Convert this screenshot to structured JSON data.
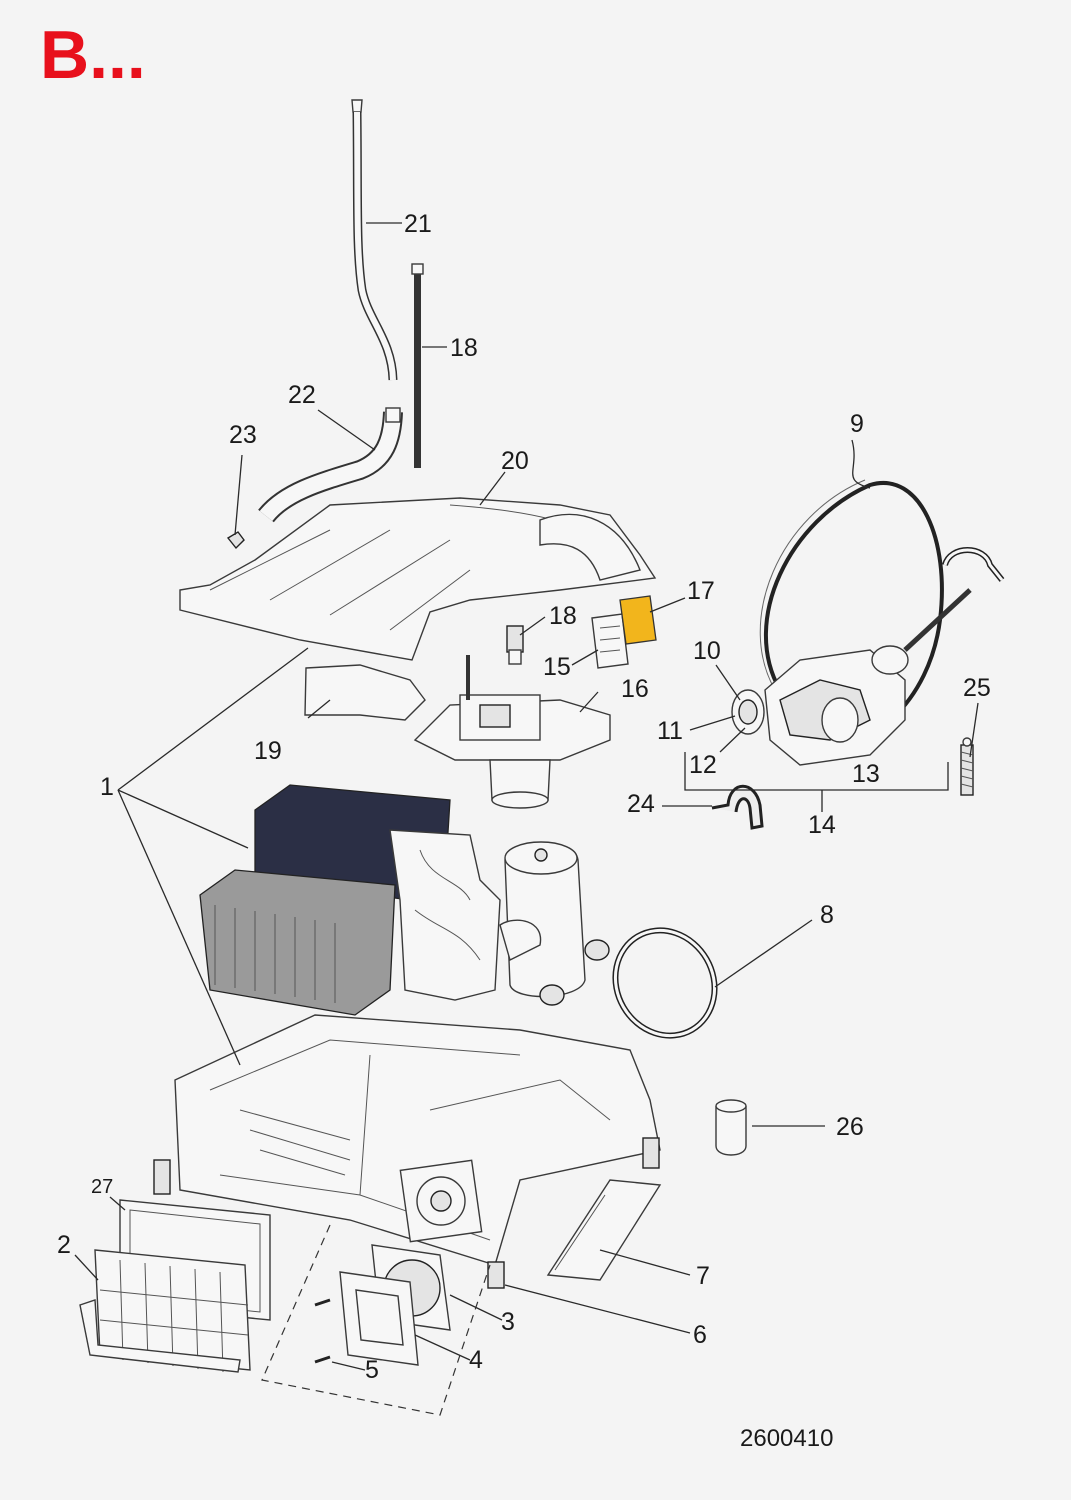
{
  "header": {
    "brand_label": "B...",
    "brand_color": "#e8101c"
  },
  "callouts": [
    "1",
    "2",
    "3",
    "4",
    "5",
    "6",
    "7",
    "8",
    "9",
    "10",
    "11",
    "12",
    "13",
    "14",
    "15",
    "16",
    "17",
    "18",
    "18",
    "19",
    "20",
    "21",
    "22",
    "23",
    "24",
    "25",
    "26",
    "27"
  ],
  "document_number": "2600410",
  "colors": {
    "line": "#2a2a2a",
    "coil_dark": "#2b2f45",
    "coil_light": "#9a9a9a",
    "gasket_yellow": "#f2b51c",
    "background": "#f4f4f4"
  }
}
